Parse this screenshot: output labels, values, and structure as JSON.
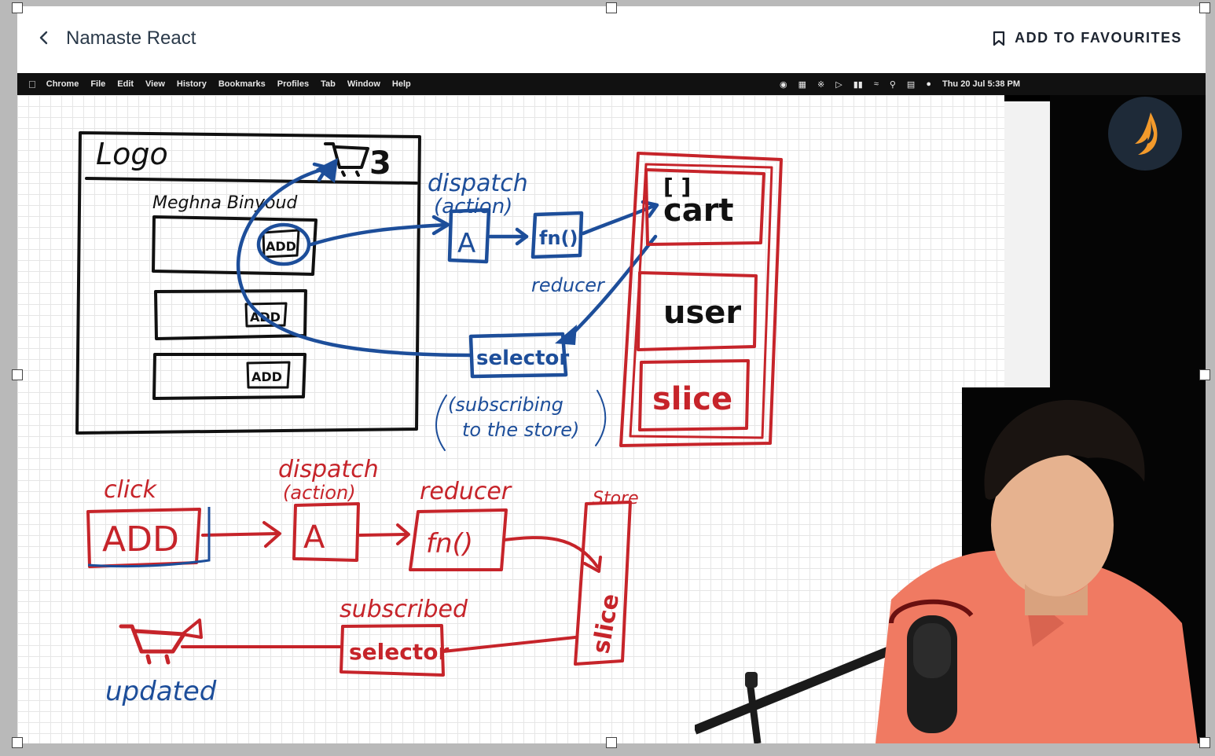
{
  "header": {
    "title": "Namaste React",
    "favourite_label": "ADD TO FAVOURITES"
  },
  "menubar": {
    "items": [
      "Chrome",
      "File",
      "Edit",
      "View",
      "History",
      "Bookmarks",
      "Profiles",
      "Tab",
      "Window",
      "Help"
    ],
    "datetime": "Thu 20 Jul  5:38 PM"
  },
  "whiteboard": {
    "top": {
      "logo": "Logo",
      "cart_count": "3",
      "user_name": "Meghna Binyoud",
      "add_label": "ADD",
      "dispatch": "dispatch",
      "action": "(action)",
      "action_box": "A",
      "reducer_box": "fn()",
      "reducer": "reducer",
      "selector": "selector",
      "subscribing": "(subscribing",
      "to_store": "to the store)",
      "store_cart": "cart",
      "store_user": "user",
      "store_slice": "slice"
    },
    "bottom": {
      "click": "click",
      "add_box": "ADD",
      "dispatch": "dispatch",
      "action": "(action)",
      "action_box": "A",
      "reducer": "reducer",
      "reducer_box": "fn()",
      "store": "Store",
      "slice": "slice",
      "subscribed": "subscribed",
      "selector_box": "selector",
      "updated": "updated"
    }
  },
  "colors": {
    "blue_ink": "#1d4e9a",
    "red_ink": "#c6242a",
    "black_ink": "#111111",
    "brand_badge": "#1e2a38",
    "brand_flame": "#f39a2b",
    "shirt": "#f07a62"
  },
  "icons": {
    "back": "chevron-left-icon",
    "favourite": "bookmark-icon",
    "brand": "flame-logo-icon"
  }
}
